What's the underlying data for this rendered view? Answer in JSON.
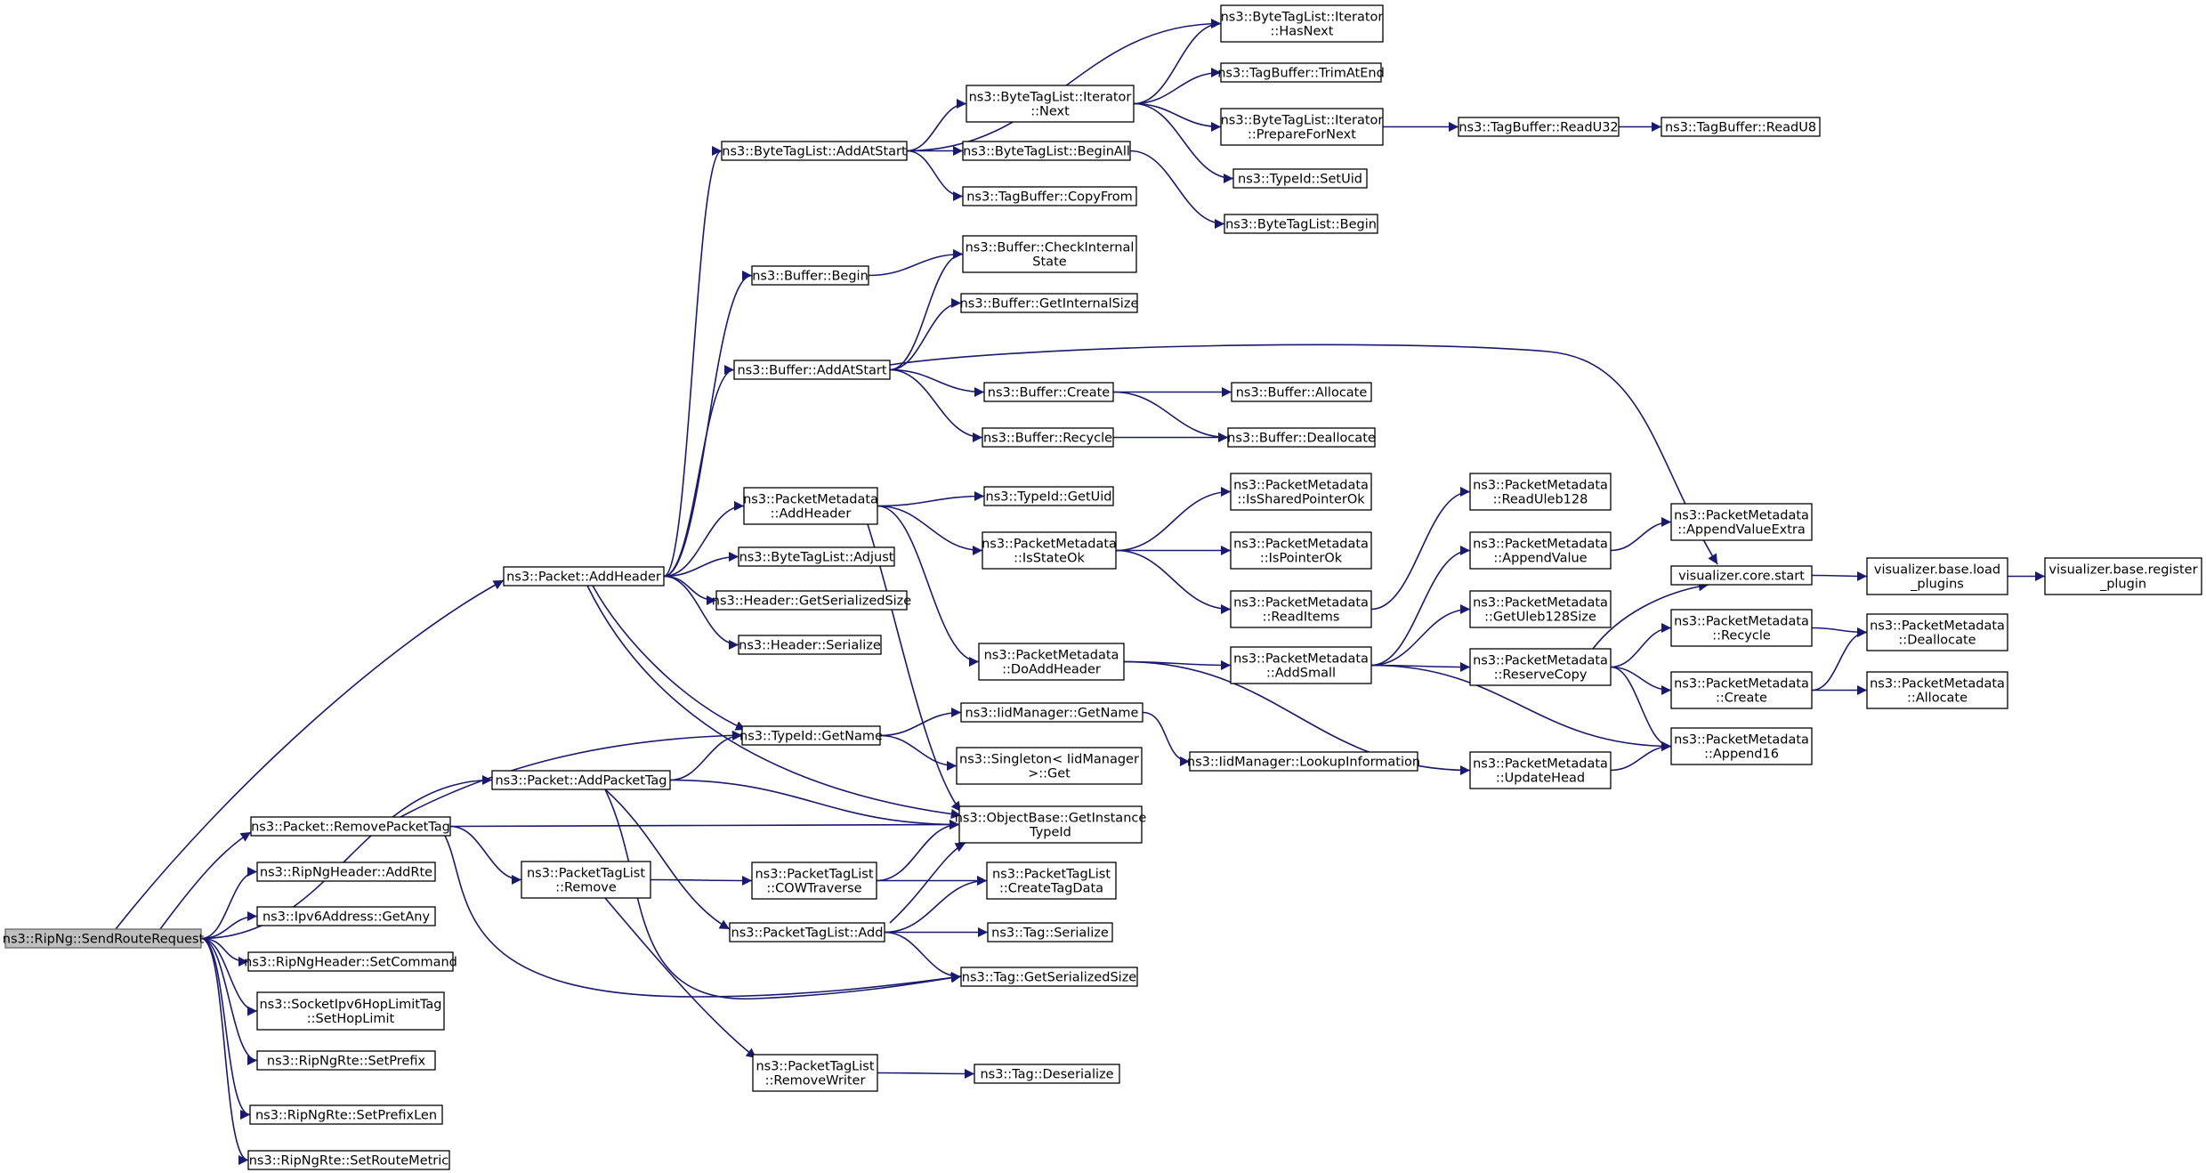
{
  "diagram": {
    "type": "call-graph",
    "edge_color": "#191970",
    "root_fill": "#bfbfbf",
    "nodes": [
      {
        "id": "send",
        "lines": [
          "ns3::RipNg::SendRouteRequest"
        ],
        "root": true
      },
      {
        "id": "addHeader",
        "lines": [
          "ns3::Packet::AddHeader"
        ]
      },
      {
        "id": "addPacketTag",
        "lines": [
          "ns3::Packet::AddPacketTag"
        ]
      },
      {
        "id": "removePacketTag",
        "lines": [
          "ns3::Packet::RemovePacketTag"
        ]
      },
      {
        "id": "addRte",
        "lines": [
          "ns3::RipNgHeader::AddRte"
        ]
      },
      {
        "id": "getAny",
        "lines": [
          "ns3::Ipv6Address::GetAny"
        ]
      },
      {
        "id": "setCommand",
        "lines": [
          "ns3::RipNgHeader::SetCommand"
        ]
      },
      {
        "id": "setHopLimit",
        "lines": [
          "ns3::SocketIpv6HopLimitTag",
          "::SetHopLimit"
        ]
      },
      {
        "id": "setPrefix",
        "lines": [
          "ns3::RipNgRte::SetPrefix"
        ]
      },
      {
        "id": "setPrefixLen",
        "lines": [
          "ns3::RipNgRte::SetPrefixLen"
        ]
      },
      {
        "id": "setRouteMetric",
        "lines": [
          "ns3::RipNgRte::SetRouteMetric"
        ]
      },
      {
        "id": "bltAddAtStart",
        "lines": [
          "ns3::ByteTagList::AddAtStart"
        ]
      },
      {
        "id": "bufBegin",
        "lines": [
          "ns3::Buffer::Begin"
        ]
      },
      {
        "id": "bufAddAtStart",
        "lines": [
          "ns3::Buffer::AddAtStart"
        ]
      },
      {
        "id": "pmAddHeader",
        "lines": [
          "ns3::PacketMetadata",
          "::AddHeader"
        ]
      },
      {
        "id": "bltAdjust",
        "lines": [
          "ns3::ByteTagList::Adjust"
        ]
      },
      {
        "id": "hdrGetSerSize",
        "lines": [
          "ns3::Header::GetSerializedSize"
        ]
      },
      {
        "id": "hdrSerialize",
        "lines": [
          "ns3::Header::Serialize"
        ]
      },
      {
        "id": "typeGetName",
        "lines": [
          "ns3::TypeId::GetName"
        ]
      },
      {
        "id": "ptlRemove",
        "lines": [
          "ns3::PacketTagList",
          "::Remove"
        ]
      },
      {
        "id": "ptlCow",
        "lines": [
          "ns3::PacketTagList",
          "::COWTraverse"
        ]
      },
      {
        "id": "ptlAdd",
        "lines": [
          "ns3::PacketTagList::Add"
        ]
      },
      {
        "id": "ptlRemoveWriter",
        "lines": [
          "ns3::PacketTagList",
          "::RemoveWriter"
        ]
      },
      {
        "id": "itNext",
        "lines": [
          "ns3::ByteTagList::Iterator",
          "::Next"
        ]
      },
      {
        "id": "bltBeginAll",
        "lines": [
          "ns3::ByteTagList::BeginAll"
        ]
      },
      {
        "id": "tbCopyFrom",
        "lines": [
          "ns3::TagBuffer::CopyFrom"
        ]
      },
      {
        "id": "bufCheckInternal",
        "lines": [
          "ns3::Buffer::CheckInternal",
          "State"
        ]
      },
      {
        "id": "bufGetInternalSize",
        "lines": [
          "ns3::Buffer::GetInternalSize"
        ]
      },
      {
        "id": "bufCreate",
        "lines": [
          "ns3::Buffer::Create"
        ]
      },
      {
        "id": "bufRecycle",
        "lines": [
          "ns3::Buffer::Recycle"
        ]
      },
      {
        "id": "typeGetUid",
        "lines": [
          "ns3::TypeId::GetUid"
        ]
      },
      {
        "id": "pmIsStateOk",
        "lines": [
          "ns3::PacketMetadata",
          "::IsStateOk"
        ]
      },
      {
        "id": "pmDoAddHeader",
        "lines": [
          "ns3::PacketMetadata",
          "::DoAddHeader"
        ]
      },
      {
        "id": "iidGetName",
        "lines": [
          "ns3::IidManager::GetName"
        ]
      },
      {
        "id": "singletonGet",
        "lines": [
          "ns3::Singleton< IidManager",
          " >::Get"
        ]
      },
      {
        "id": "obGetInstance",
        "lines": [
          "ns3::ObjectBase::GetInstance",
          "TypeId"
        ]
      },
      {
        "id": "ptlCreateTagData",
        "lines": [
          "ns3::PacketTagList",
          "::CreateTagData"
        ]
      },
      {
        "id": "tagSerialize",
        "lines": [
          "ns3::Tag::Serialize"
        ]
      },
      {
        "id": "tagGetSerSize",
        "lines": [
          "ns3::Tag::GetSerializedSize"
        ]
      },
      {
        "id": "tagDeserialize",
        "lines": [
          "ns3::Tag::Deserialize"
        ]
      },
      {
        "id": "itHasNext",
        "lines": [
          "ns3::ByteTagList::Iterator",
          "::HasNext"
        ]
      },
      {
        "id": "tbTrimAtEnd",
        "lines": [
          "ns3::TagBuffer::TrimAtEnd"
        ]
      },
      {
        "id": "itPrepareForNext",
        "lines": [
          "ns3::ByteTagList::Iterator",
          "::PrepareForNext"
        ]
      },
      {
        "id": "typeSetUid",
        "lines": [
          "ns3::TypeId::SetUid"
        ]
      },
      {
        "id": "bltBegin",
        "lines": [
          "ns3::ByteTagList::Begin"
        ]
      },
      {
        "id": "bufAllocate",
        "lines": [
          "ns3::Buffer::Allocate"
        ]
      },
      {
        "id": "bufDeallocate",
        "lines": [
          "ns3::Buffer::Deallocate"
        ]
      },
      {
        "id": "pmIsSharedPointerOk",
        "lines": [
          "ns3::PacketMetadata",
          "::IsSharedPointerOk"
        ]
      },
      {
        "id": "pmIsPointerOk",
        "lines": [
          "ns3::PacketMetadata",
          "::IsPointerOk"
        ]
      },
      {
        "id": "pmReadItems",
        "lines": [
          "ns3::PacketMetadata",
          "::ReadItems"
        ]
      },
      {
        "id": "pmAddSmall",
        "lines": [
          "ns3::PacketMetadata",
          "::AddSmall"
        ]
      },
      {
        "id": "iidLookup",
        "lines": [
          "ns3::IidManager::LookupInformation"
        ]
      },
      {
        "id": "tbReadU32",
        "lines": [
          "ns3::TagBuffer::ReadU32"
        ]
      },
      {
        "id": "pmReadUleb128",
        "lines": [
          "ns3::PacketMetadata",
          "::ReadUleb128"
        ]
      },
      {
        "id": "pmAppendValue",
        "lines": [
          "ns3::PacketMetadata",
          "::AppendValue"
        ]
      },
      {
        "id": "pmGetUleb128Size",
        "lines": [
          "ns3::PacketMetadata",
          "::GetUleb128Size"
        ]
      },
      {
        "id": "pmReserveCopy",
        "lines": [
          "ns3::PacketMetadata",
          "::ReserveCopy"
        ]
      },
      {
        "id": "pmUpdateHead",
        "lines": [
          "ns3::PacketMetadata",
          "::UpdateHead"
        ]
      },
      {
        "id": "tbReadU8",
        "lines": [
          "ns3::TagBuffer::ReadU8"
        ]
      },
      {
        "id": "pmAppendValueExtra",
        "lines": [
          "ns3::PacketMetadata",
          "::AppendValueExtra"
        ]
      },
      {
        "id": "vizCoreStart",
        "lines": [
          "visualizer.core.start"
        ]
      },
      {
        "id": "pmRecycle",
        "lines": [
          "ns3::PacketMetadata",
          "::Recycle"
        ]
      },
      {
        "id": "pmCreate",
        "lines": [
          "ns3::PacketMetadata",
          "::Create"
        ]
      },
      {
        "id": "pmAppend16",
        "lines": [
          "ns3::PacketMetadata",
          "::Append16"
        ]
      },
      {
        "id": "vizLoadPlugins",
        "lines": [
          "visualizer.base.load",
          "_plugins"
        ]
      },
      {
        "id": "pmDeallocate",
        "lines": [
          "ns3::PacketMetadata",
          "::Deallocate"
        ]
      },
      {
        "id": "pmAllocate",
        "lines": [
          "ns3::PacketMetadata",
          "::Allocate"
        ]
      },
      {
        "id": "vizRegisterPlugin",
        "lines": [
          "visualizer.base.register",
          "_plugin"
        ]
      }
    ],
    "edges": [
      [
        "send",
        "addHeader"
      ],
      [
        "send",
        "addPacketTag"
      ],
      [
        "send",
        "removePacketTag"
      ],
      [
        "send",
        "addRte"
      ],
      [
        "send",
        "getAny"
      ],
      [
        "send",
        "setCommand"
      ],
      [
        "send",
        "setHopLimit"
      ],
      [
        "send",
        "setPrefix"
      ],
      [
        "send",
        "setPrefixLen"
      ],
      [
        "send",
        "setRouteMetric"
      ],
      [
        "addHeader",
        "bltAddAtStart"
      ],
      [
        "addHeader",
        "bufBegin"
      ],
      [
        "addHeader",
        "bufAddAtStart"
      ],
      [
        "addHeader",
        "pmAddHeader"
      ],
      [
        "addHeader",
        "bltAdjust"
      ],
      [
        "addHeader",
        "hdrGetSerSize"
      ],
      [
        "addHeader",
        "hdrSerialize"
      ],
      [
        "addHeader",
        "typeGetName"
      ],
      [
        "addHeader",
        "obGetInstance"
      ],
      [
        "addPacketTag",
        "typeGetName"
      ],
      [
        "addPacketTag",
        "obGetInstance"
      ],
      [
        "addPacketTag",
        "ptlAdd"
      ],
      [
        "addPacketTag",
        "tagGetSerSize"
      ],
      [
        "removePacketTag",
        "typeGetName"
      ],
      [
        "removePacketTag",
        "obGetInstance"
      ],
      [
        "removePacketTag",
        "ptlRemove"
      ],
      [
        "removePacketTag",
        "tagGetSerSize"
      ],
      [
        "bltAddAtStart",
        "itHasNext"
      ],
      [
        "bltAddAtStart",
        "itNext"
      ],
      [
        "bltAddAtStart",
        "bltBeginAll"
      ],
      [
        "bltAddAtStart",
        "tbCopyFrom"
      ],
      [
        "itNext",
        "itHasNext"
      ],
      [
        "itNext",
        "tbTrimAtEnd"
      ],
      [
        "itNext",
        "itPrepareForNext"
      ],
      [
        "itNext",
        "typeSetUid"
      ],
      [
        "bltBeginAll",
        "bltBegin"
      ],
      [
        "itPrepareForNext",
        "tbReadU32"
      ],
      [
        "tbReadU32",
        "tbReadU8"
      ],
      [
        "bufBegin",
        "bufCheckInternal"
      ],
      [
        "bufAddAtStart",
        "bufCheckInternal"
      ],
      [
        "bufAddAtStart",
        "bufGetInternalSize"
      ],
      [
        "bufAddAtStart",
        "bufCreate"
      ],
      [
        "bufAddAtStart",
        "bufRecycle"
      ],
      [
        "bufAddAtStart",
        "vizCoreStart"
      ],
      [
        "bufCreate",
        "bufAllocate"
      ],
      [
        "bufCreate",
        "bufDeallocate"
      ],
      [
        "bufRecycle",
        "bufDeallocate"
      ],
      [
        "pmAddHeader",
        "typeGetUid"
      ],
      [
        "pmAddHeader",
        "pmIsStateOk"
      ],
      [
        "pmAddHeader",
        "pmDoAddHeader"
      ],
      [
        "pmAddHeader",
        "obGetInstance"
      ],
      [
        "pmIsStateOk",
        "pmIsSharedPointerOk"
      ],
      [
        "pmIsStateOk",
        "pmIsPointerOk"
      ],
      [
        "pmIsStateOk",
        "pmReadItems"
      ],
      [
        "pmReadItems",
        "pmReadUleb128"
      ],
      [
        "pmDoAddHeader",
        "pmAddSmall"
      ],
      [
        "pmDoAddHeader",
        "pmUpdateHead"
      ],
      [
        "pmAddSmall",
        "pmAppendValue"
      ],
      [
        "pmAddSmall",
        "pmGetUleb128Size"
      ],
      [
        "pmAddSmall",
        "pmReserveCopy"
      ],
      [
        "pmAddSmall",
        "pmAppend16"
      ],
      [
        "pmAppendValue",
        "pmAppendValueExtra"
      ],
      [
        "pmReserveCopy",
        "pmRecycle"
      ],
      [
        "pmReserveCopy",
        "pmCreate"
      ],
      [
        "pmReserveCopy",
        "pmAppend16"
      ],
      [
        "pmReserveCopy",
        "vizCoreStart"
      ],
      [
        "pmCreate",
        "pmDeallocate"
      ],
      [
        "pmCreate",
        "pmAllocate"
      ],
      [
        "pmRecycle",
        "pmDeallocate"
      ],
      [
        "pmUpdateHead",
        "pmAppend16"
      ],
      [
        "vizCoreStart",
        "vizLoadPlugins"
      ],
      [
        "vizLoadPlugins",
        "vizRegisterPlugin"
      ],
      [
        "typeGetName",
        "iidGetName"
      ],
      [
        "typeGetName",
        "singletonGet"
      ],
      [
        "iidGetName",
        "iidLookup"
      ],
      [
        "ptlRemove",
        "ptlCow"
      ],
      [
        "ptlRemove",
        "ptlRemoveWriter"
      ],
      [
        "ptlCow",
        "obGetInstance"
      ],
      [
        "ptlCow",
        "ptlCreateTagData"
      ],
      [
        "ptlAdd",
        "obGetInstance"
      ],
      [
        "ptlAdd",
        "ptlCreateTagData"
      ],
      [
        "ptlAdd",
        "tagSerialize"
      ],
      [
        "ptlAdd",
        "tagGetSerSize"
      ],
      [
        "ptlRemoveWriter",
        "tagDeserialize"
      ]
    ]
  }
}
